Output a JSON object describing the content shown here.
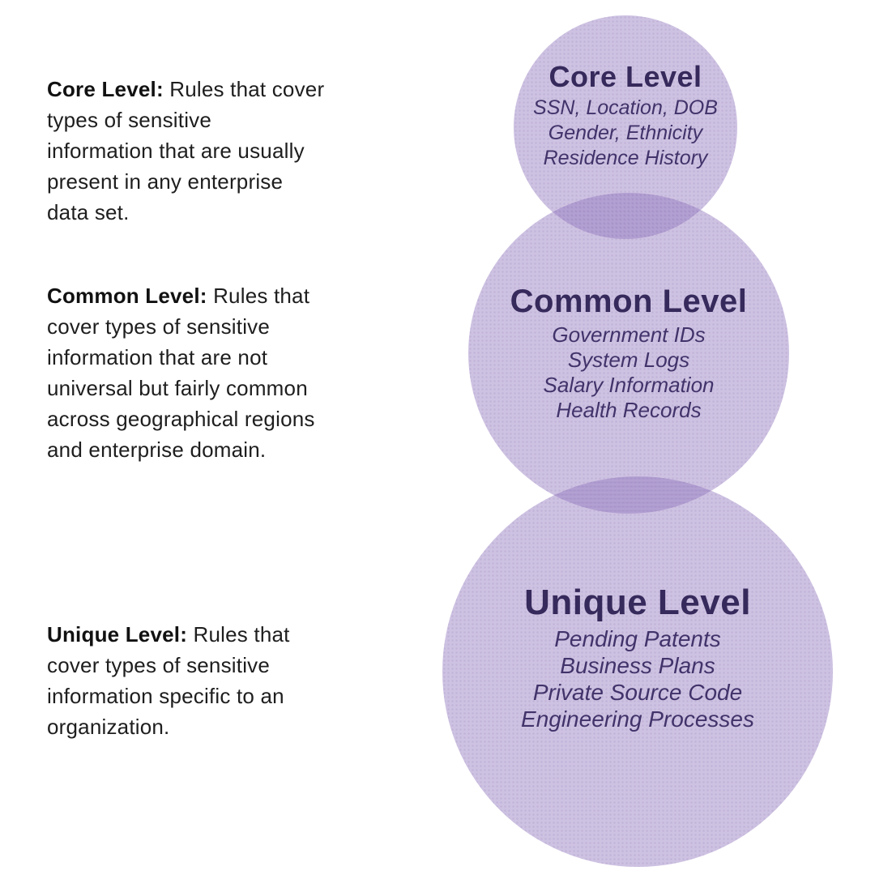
{
  "colors": {
    "background": "#ffffff",
    "circle_fill_rgba": "rgba(147,119,190,0.45)",
    "circle_overlap_observed": "#b39fd2",
    "circle_base_observed": "#cfc4e4",
    "heading_text": "#362a5c",
    "item_text": "#41336a",
    "body_text": "#1e1e1e"
  },
  "descriptions": [
    {
      "label": "Core Level:",
      "text": "Rules that cover\ntypes of sensitive\ninformation that are usually\npresent in any enterprise\ndata set."
    },
    {
      "label": "Common Level:",
      "text": "Rules that\ncover types of sensitive\ninformation that are not\nuniversal but fairly common\nacross geographical regions\nand enterprise domain."
    },
    {
      "label": "Unique Level:",
      "text": "Rules that\ncover types of sensitive\ninformation specific to an\norganization."
    }
  ],
  "circles": [
    {
      "title": "Core Level",
      "items": [
        "SSN, Location, DOB",
        "Gender, Ethnicity",
        "Residence History"
      ]
    },
    {
      "title": "Common Level",
      "items": [
        "Government IDs",
        "System Logs",
        "Salary Information",
        "Health Records"
      ]
    },
    {
      "title": "Unique Level",
      "items": [
        "Pending Patents",
        "Business Plans",
        "Private Source Code",
        "Engineering Processes"
      ]
    }
  ]
}
